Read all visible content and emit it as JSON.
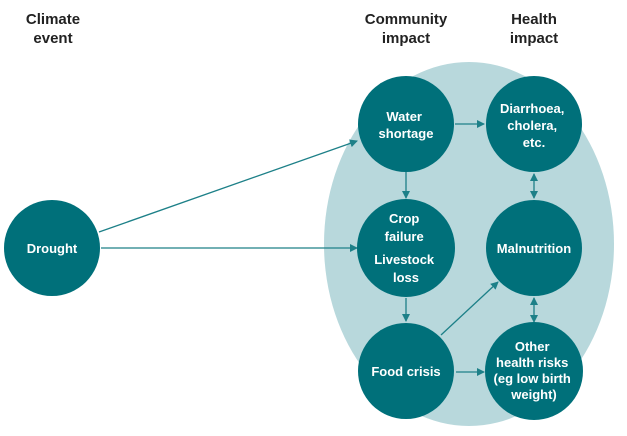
{
  "headers": {
    "climate_line1": "Climate",
    "climate_line2": "event",
    "community_line1": "Community",
    "community_line2": "impact",
    "health_line1": "Health",
    "health_line2": "impact"
  },
  "nodes": {
    "drought": [
      "Drought"
    ],
    "water_shortage": [
      "Water",
      "shortage"
    ],
    "crop_failure": [
      "Crop",
      "failure"
    ],
    "livestock_loss": [
      "Livestock",
      "loss"
    ],
    "food_crisis": [
      "Food crisis"
    ],
    "diarrhoea": [
      "Diarrhoea,",
      "cholera,",
      "etc."
    ],
    "malnutrition": [
      "Malnutrition"
    ],
    "other_risks": [
      "Other",
      "health risks",
      "(eg low birth",
      "weight)"
    ]
  },
  "colors": {
    "node": "#00707a",
    "background_ellipse": "#b8d8dc",
    "arrow": "#1d8088",
    "header_text": "#222222",
    "node_text": "#ffffff"
  }
}
